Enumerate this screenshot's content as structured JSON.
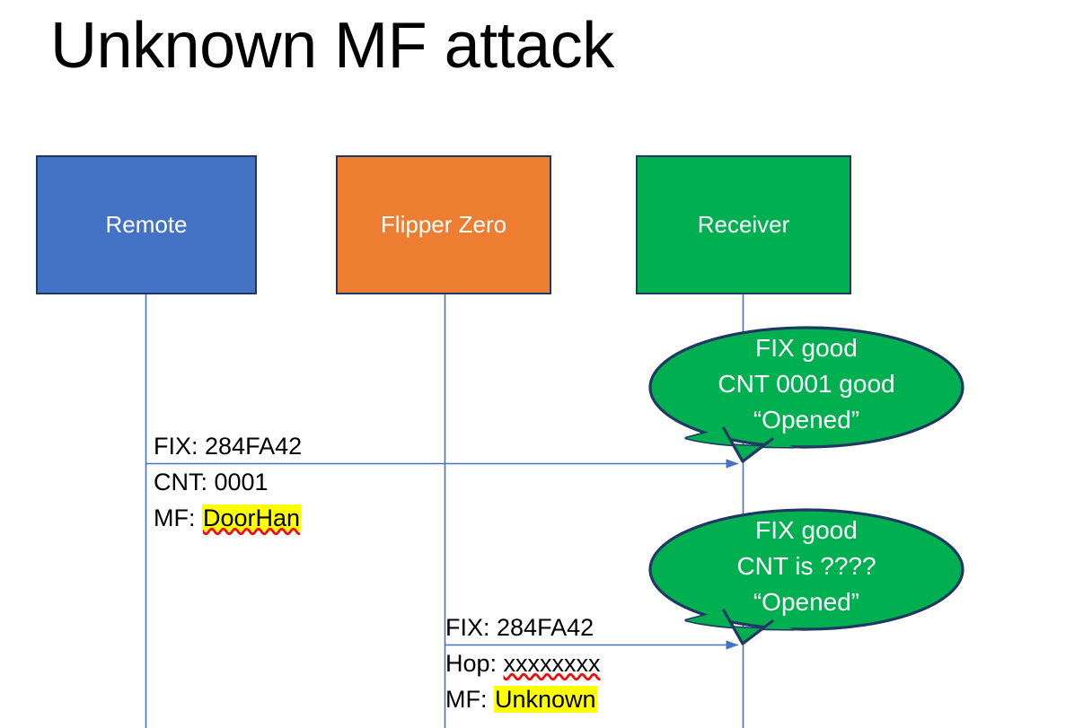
{
  "slide": {
    "title": "Unknown MF attack",
    "background": "#FFFFFF"
  },
  "colors": {
    "remote_fill": "#4472C4",
    "flipper_fill": "#ED7D31",
    "receiver_fill": "#00B050",
    "box_border": "#1F3864",
    "bubble_fill": "#00B050",
    "bubble_border": "#1F3864",
    "lifeline": "#4472C4",
    "arrow": "#4472C4",
    "highlight": "#FFFF00",
    "spellcheck_underline": "#FF0000",
    "text_dark": "#000000",
    "text_light": "#FFFFFF"
  },
  "actors": [
    {
      "id": "remote",
      "label": "Remote"
    },
    {
      "id": "flipper",
      "label": "Flipper Zero"
    },
    {
      "id": "receiver",
      "label": "Receiver"
    }
  ],
  "messages": [
    {
      "id": "message-1",
      "from": "remote",
      "to": "receiver",
      "lines": [
        {
          "prefix": "FIX: ",
          "value": "284FA42",
          "highlight": false,
          "spellcheck": false
        },
        {
          "prefix": "CNT: ",
          "value": "0001",
          "highlight": false,
          "spellcheck": false
        },
        {
          "prefix": "MF: ",
          "value": "DoorHan",
          "highlight": true,
          "spellcheck": true
        }
      ]
    },
    {
      "id": "message-2",
      "from": "flipper",
      "to": "receiver",
      "lines": [
        {
          "prefix": "FIX: ",
          "value": "284FA42",
          "highlight": false,
          "spellcheck": false
        },
        {
          "prefix": "Hop: ",
          "value": "xxxxxxxx",
          "highlight": false,
          "spellcheck": true
        },
        {
          "prefix": "MF: ",
          "value": "Unknown",
          "highlight": true,
          "spellcheck": false
        }
      ]
    }
  ],
  "bubbles": [
    {
      "id": "bubble-1",
      "owner": "receiver",
      "lines": [
        "FIX good",
        "CNT 0001 good",
        "“Opened”"
      ]
    },
    {
      "id": "bubble-2",
      "owner": "receiver",
      "lines": [
        "FIX good",
        "CNT is ????",
        "“Opened”"
      ]
    }
  ]
}
